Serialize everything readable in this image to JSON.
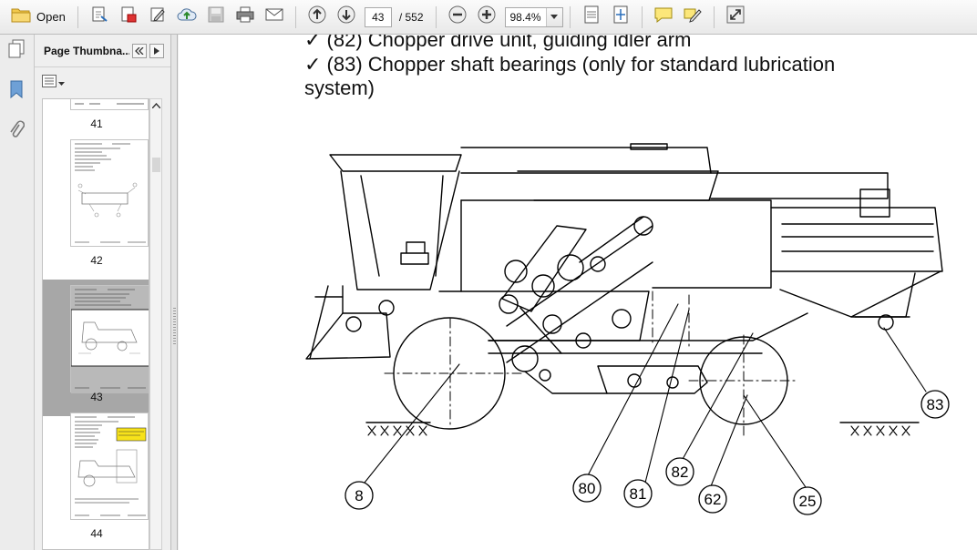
{
  "toolbar": {
    "open_label": "Open",
    "current_page": "43",
    "total_pages": "/ 552",
    "zoom": "98.4%",
    "icons": [
      "folder-icon",
      "create-pdf-icon",
      "export-pdf-icon",
      "edit-icon",
      "upload-icon",
      "save-icon",
      "print-icon",
      "email-icon",
      "page-up-icon",
      "page-down-icon",
      "zoom-out-icon",
      "zoom-in-icon",
      "fit-width-icon",
      "fit-page-icon",
      "comment-icon",
      "highlight-icon",
      "expand-icon"
    ]
  },
  "thumbnail_panel": {
    "title": "Page Thumbna...",
    "pages": [
      "41",
      "42",
      "43",
      "44"
    ],
    "selected_page": "43"
  },
  "document": {
    "lines": [
      "✓ (82) Chopper drive unit, guiding idler arm",
      "✓ (83) Chopper shaft bearings (only for standard lubrication",
      "system)"
    ],
    "callouts": [
      "8",
      "80",
      "81",
      "82",
      "62",
      "25",
      "83"
    ]
  },
  "colors": {
    "toolbar_bg": "#eeeeee",
    "selected_thumb_bg": "#a7a7a7",
    "page_bg": "#ffffff"
  }
}
